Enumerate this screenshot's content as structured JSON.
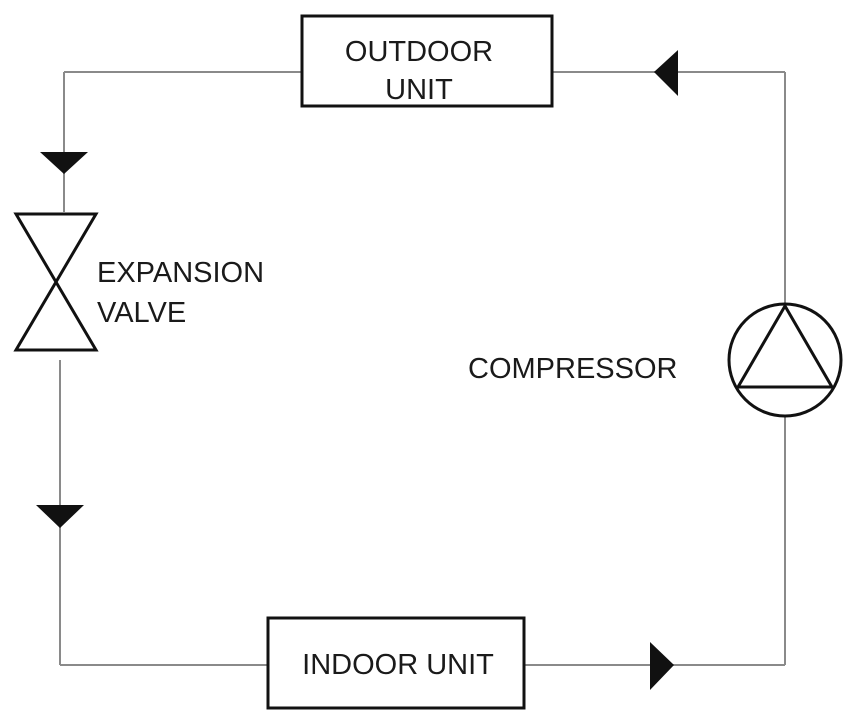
{
  "diagram": {
    "outdoor_unit": {
      "line1": "OUTDOOR",
      "line2": "UNIT"
    },
    "indoor_unit": {
      "label": "INDOOR UNIT"
    },
    "expansion_valve": {
      "line1": "EXPANSION",
      "line2": "VALVE"
    },
    "compressor": {
      "label": "COMPRESSOR"
    },
    "colors": {
      "pipe": "#8a8a8a",
      "outline": "#111111",
      "text": "#1a1a1a"
    }
  }
}
